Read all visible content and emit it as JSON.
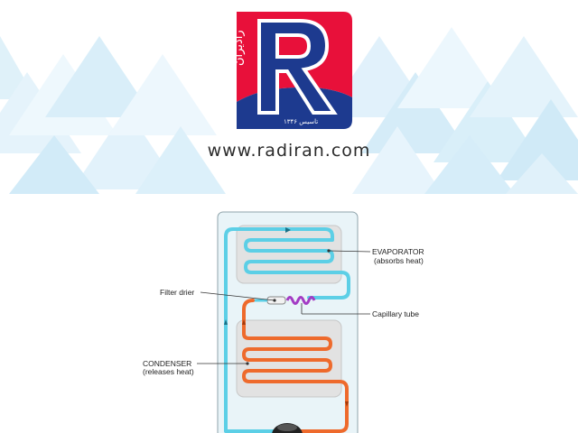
{
  "brand": {
    "logo_letter": "R",
    "logo_text_fa": "رادیران",
    "logo_subtext_fa": "تاسیس ۱۳۴۶",
    "website": "www.radiran.com",
    "colors": {
      "red": "#e8103a",
      "blue": "#1d3a8f",
      "pattern": "#cfe9f7"
    }
  },
  "diagram": {
    "labels": {
      "evaporator": "EVAPORATOR",
      "evaporator_note": "(absorbs heat)",
      "filter_drier": "Filter drier",
      "capillary_tube": "Capillary tube",
      "condenser": "CONDENSER",
      "condenser_note": "(releases heat)"
    },
    "colors": {
      "cold_pipe": "#5ccfe6",
      "hot_pipe": "#ee6a2c",
      "capillary": "#a33bc4",
      "cabinet": "#e7f3f8",
      "panel": "#e0e0e0"
    }
  }
}
